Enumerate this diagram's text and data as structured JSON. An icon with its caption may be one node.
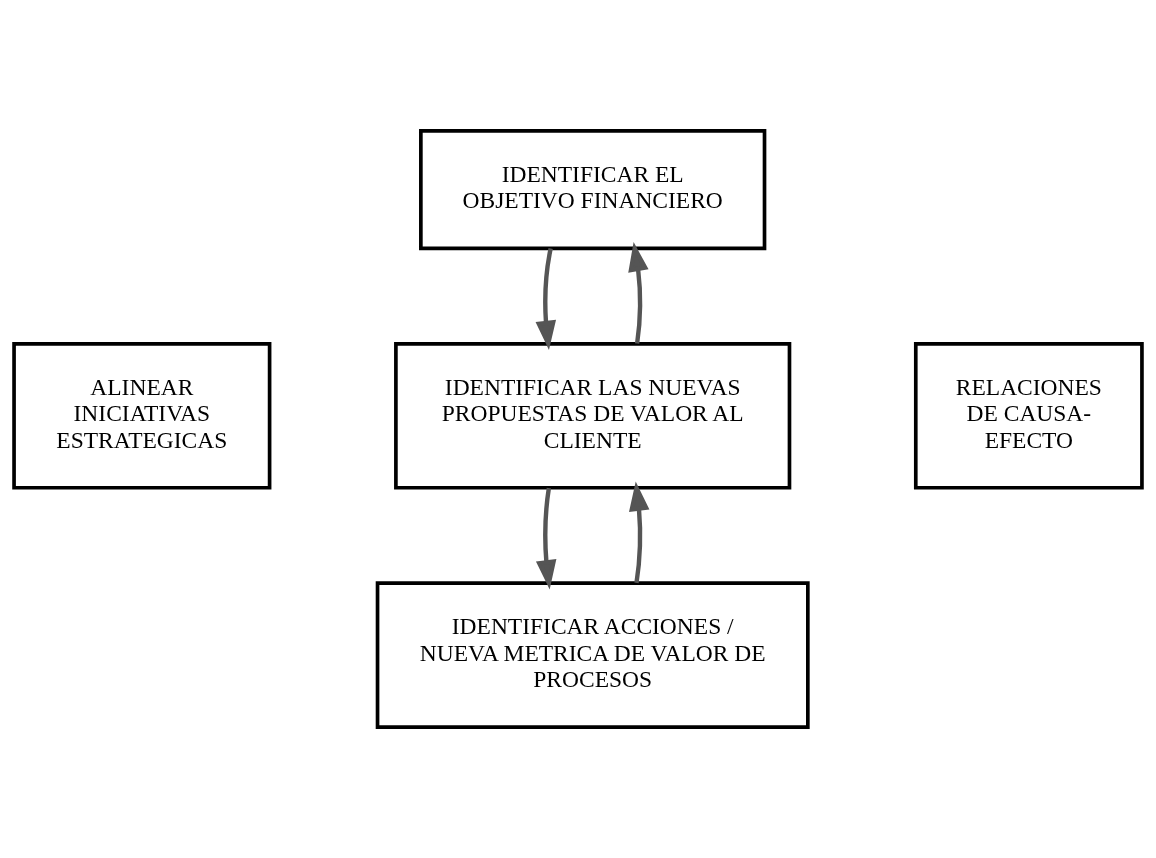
{
  "diagram": {
    "nodes": [
      {
        "text": [
          "IDENTIFICAR EL OBJETIVO FINANCIERO"
        ]
      },
      {
        "text": [
          "IDENTIFICAR LAS NUEVAS PROPUESTAS DE VALOR AL CLIENTE"
        ]
      },
      {
        "text": [
          "IDENTIFICAR ACCIONES / NUEVA METRICA DE VALOR DE PROCESOS"
        ]
      },
      {
        "text": [
          "ALINEAR INICIATIVAS ESTRATEGICAS"
        ]
      },
      {
        "text": [
          "RELACIONES DE CAUSA-EFECTO"
        ]
      }
    ],
    "edges": [
      {
        "from": 0,
        "to": 1,
        "arrow": "to"
      },
      {
        "from": 1,
        "to": 0,
        "arrow": "to"
      },
      {
        "from": 1,
        "to": 2,
        "arrow": "to"
      },
      {
        "from": 2,
        "to": 1,
        "arrow": "to"
      }
    ]
  }
}
